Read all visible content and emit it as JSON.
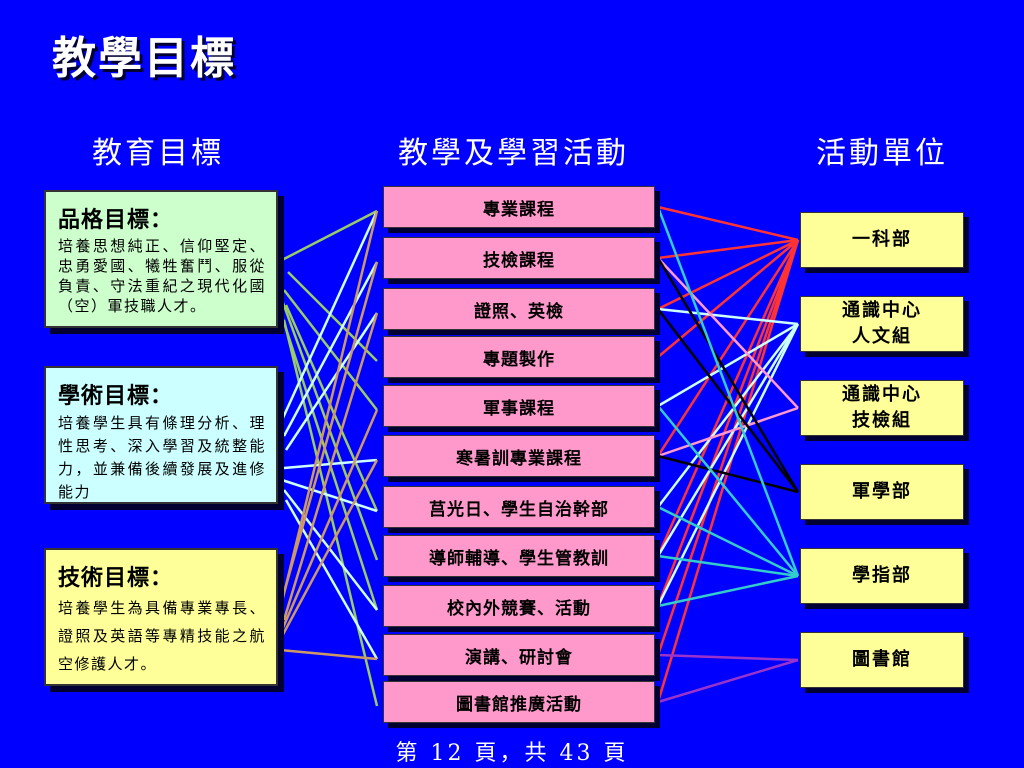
{
  "title": "教學目標",
  "headers": {
    "goals": "教育目標",
    "activities": "教學及學習活動",
    "units": "活動單位"
  },
  "goals": [
    {
      "title": "品格目標：",
      "desc": "培養思想純正、信仰堅定、忠勇愛國、犧牲奮鬥、服從負責、守法重紀之現代化國（空）軍技職人才。",
      "color": "#ccffcc"
    },
    {
      "title": "學術目標：",
      "desc": "培養學生具有條理分析、理性思考、深入學習及統整能力，並兼備後續發展及進修能力",
      "color": "#ccffff"
    },
    {
      "title": "技術目標：",
      "desc": "培養學生為具備專業專長、證照及英語等專精技能之航空修護人才。",
      "color": "#ffff99"
    }
  ],
  "activities": [
    "專業課程",
    "技檢課程",
    "證照、英檢",
    "專題製作",
    "軍事課程",
    "寒暑訓專業課程",
    "莒光日、學生自治幹部",
    "導師輔導、學生管教訓",
    "校內外競賽、活動",
    "演講、研討會",
    "圖書館推廣活動"
  ],
  "units": [
    "一科部",
    "通識中心\n人文組",
    "通識中心\n技檢組",
    "軍學部",
    "學指部",
    "圖書館"
  ],
  "goal_links": [
    {
      "goal": 0,
      "activity": 0,
      "color": "#99cc66"
    },
    {
      "goal": 0,
      "activity": 3,
      "color": "#99cc66"
    },
    {
      "goal": 0,
      "activity": 4,
      "color": "#99cc66"
    },
    {
      "goal": 0,
      "activity": 6,
      "color": "#99cc66"
    },
    {
      "goal": 0,
      "activity": 7,
      "color": "#99cc66"
    },
    {
      "goal": 0,
      "activity": 8,
      "color": "#99cc66"
    },
    {
      "goal": 0,
      "activity": 10,
      "color": "#99cc66"
    },
    {
      "goal": 1,
      "activity": 0,
      "color": "#ccffff"
    },
    {
      "goal": 1,
      "activity": 1,
      "color": "#ccffff"
    },
    {
      "goal": 1,
      "activity": 2,
      "color": "#ccffff"
    },
    {
      "goal": 1,
      "activity": 5,
      "color": "#ccffff"
    },
    {
      "goal": 1,
      "activity": 6,
      "color": "#ccffff"
    },
    {
      "goal": 1,
      "activity": 8,
      "color": "#ccffff"
    },
    {
      "goal": 1,
      "activity": 9,
      "color": "#ccffff"
    },
    {
      "goal": 2,
      "activity": 0,
      "color": "#cc9966"
    },
    {
      "goal": 2,
      "activity": 1,
      "color": "#cc9966"
    },
    {
      "goal": 2,
      "activity": 2,
      "color": "#cc9966"
    },
    {
      "goal": 2,
      "activity": 4,
      "color": "#cc9966"
    },
    {
      "goal": 2,
      "activity": 5,
      "color": "#cc9966"
    },
    {
      "goal": 2,
      "activity": 9,
      "color": "#cc9966"
    }
  ],
  "unit_links": [
    {
      "activity": 0,
      "unit": 0,
      "color": "#ff3333"
    },
    {
      "activity": 1,
      "unit": 0,
      "color": "#ff3333"
    },
    {
      "activity": 2,
      "unit": 0,
      "color": "#ff3333"
    },
    {
      "activity": 3,
      "unit": 0,
      "color": "#ff3333"
    },
    {
      "activity": 5,
      "unit": 0,
      "color": "#ff3333"
    },
    {
      "activity": 7,
      "unit": 0,
      "color": "#ff3333"
    },
    {
      "activity": 8,
      "unit": 0,
      "color": "#ff3333"
    },
    {
      "activity": 9,
      "unit": 0,
      "color": "#ff3333"
    },
    {
      "activity": 10,
      "unit": 0,
      "color": "#ff3333"
    },
    {
      "activity": 2,
      "unit": 1,
      "color": "#ccffff"
    },
    {
      "activity": 4,
      "unit": 1,
      "color": "#ccffff"
    },
    {
      "activity": 6,
      "unit": 1,
      "color": "#ccffff"
    },
    {
      "activity": 7,
      "unit": 1,
      "color": "#ccffff"
    },
    {
      "activity": 8,
      "unit": 1,
      "color": "#ccffff"
    },
    {
      "activity": 1,
      "unit": 2,
      "color": "#ff99cc"
    },
    {
      "activity": 5,
      "unit": 2,
      "color": "#ff99cc"
    },
    {
      "activity": 1,
      "unit": 3,
      "color": "#000000"
    },
    {
      "activity": 2,
      "unit": 3,
      "color": "#000000"
    },
    {
      "activity": 5,
      "unit": 3,
      "color": "#000000"
    },
    {
      "activity": 0,
      "unit": 4,
      "color": "#33cccc"
    },
    {
      "activity": 4,
      "unit": 4,
      "color": "#33cccc"
    },
    {
      "activity": 6,
      "unit": 4,
      "color": "#33cccc"
    },
    {
      "activity": 7,
      "unit": 4,
      "color": "#33cccc"
    },
    {
      "activity": 8,
      "unit": 4,
      "color": "#33cccc"
    },
    {
      "activity": 9,
      "unit": 5,
      "color": "#9933cc"
    },
    {
      "activity": 10,
      "unit": 5,
      "color": "#9933cc"
    }
  ],
  "footer": "第 12 頁，共 43 頁"
}
